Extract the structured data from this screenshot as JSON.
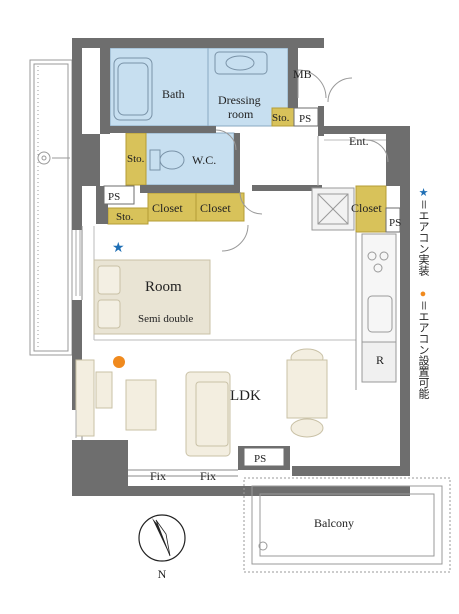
{
  "rooms": {
    "bath": "Bath",
    "dressing": "Dressing",
    "dressing2": "room",
    "mb": "MB",
    "sto1": "Sto.",
    "ps1": "PS",
    "ent": "Ent.",
    "sto2": "Sto.",
    "wc": "W.C.",
    "ps2": "PS",
    "sto3": "Sto.",
    "closet1": "Closet",
    "closet2": "Closet",
    "closet3": "Closet",
    "ps3": "PS",
    "room": "Room",
    "bed": "Semi double",
    "r": "R",
    "ldk": "LDK",
    "ps4": "PS",
    "fix1": "Fix",
    "fix2": "Fix",
    "balcony": "Balcony",
    "north": "N"
  },
  "legend": {
    "star": "★",
    "star_text": "＝エアコン実装",
    "dot": "●",
    "dot_text": "＝エアコン設置可能"
  },
  "colors": {
    "wall": "#6e6e6e",
    "wet_area": "#c7dff0",
    "storage": "#d8c25a",
    "bed": "#e9e4d4",
    "furniture": "#f3eee0",
    "star": "#1f6fb5",
    "dot": "#f08a1e"
  }
}
